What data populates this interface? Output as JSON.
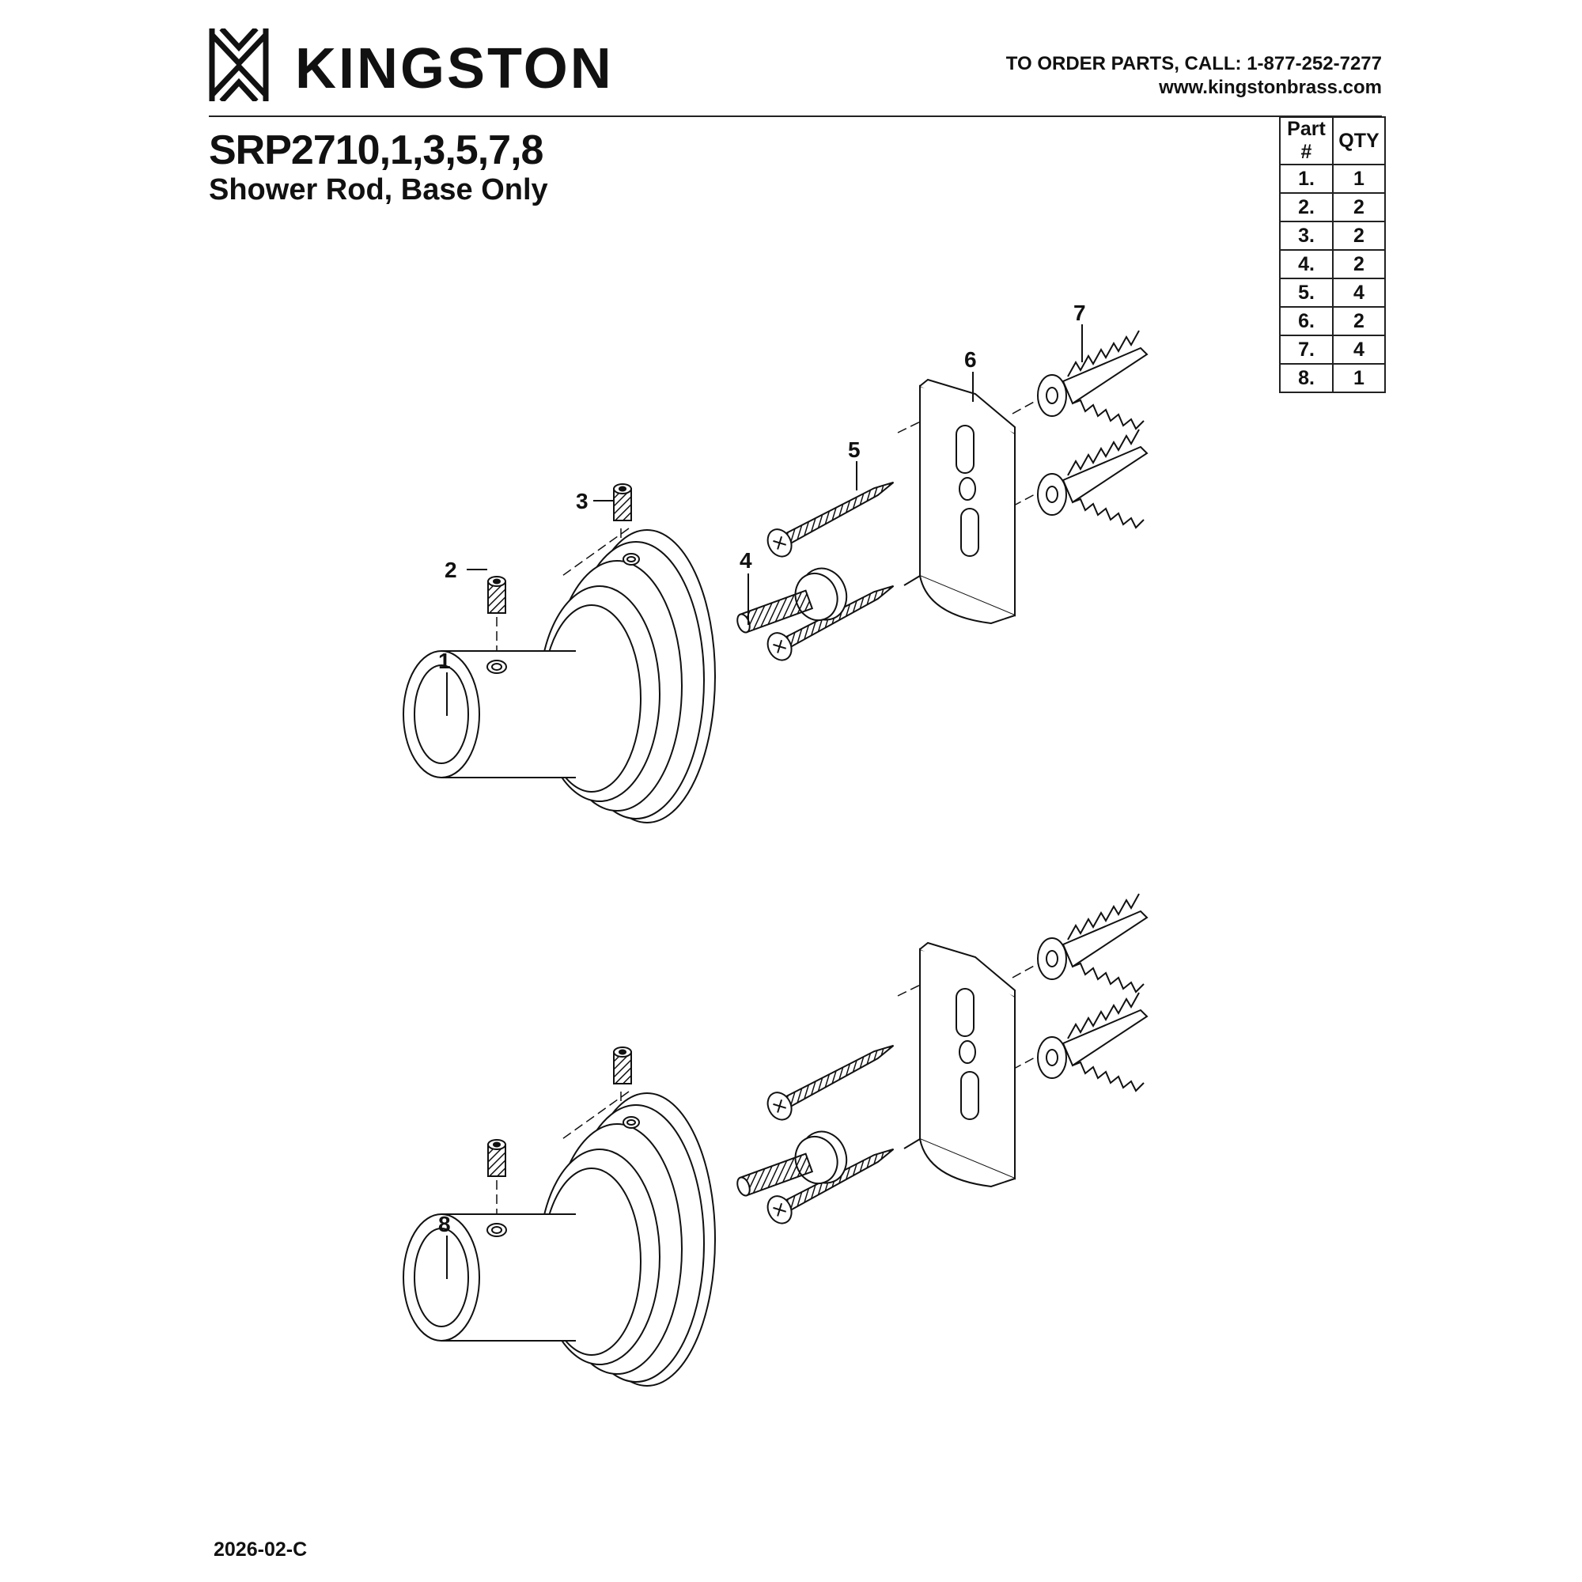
{
  "brand": {
    "name": "KINGSTON"
  },
  "order_info": {
    "phone_line": "TO ORDER PARTS, CALL: 1-877-252-7277",
    "website": "www.kingstonbrass.com"
  },
  "title": {
    "model": "SRP2710,1,3,5,7,8",
    "subtitle": "Shower Rod, Base Only"
  },
  "parts_table": {
    "headers": [
      "Part #",
      "QTY"
    ],
    "rows": [
      [
        "1.",
        "1"
      ],
      [
        "2.",
        "2"
      ],
      [
        "3.",
        "2"
      ],
      [
        "4.",
        "2"
      ],
      [
        "5.",
        "4"
      ],
      [
        "6.",
        "2"
      ],
      [
        "7.",
        "4"
      ],
      [
        "8.",
        "1"
      ]
    ]
  },
  "callouts": [
    "1",
    "2",
    "3",
    "4",
    "5",
    "6",
    "7",
    "8"
  ],
  "footer": {
    "doc_code": "2026-02-C"
  }
}
